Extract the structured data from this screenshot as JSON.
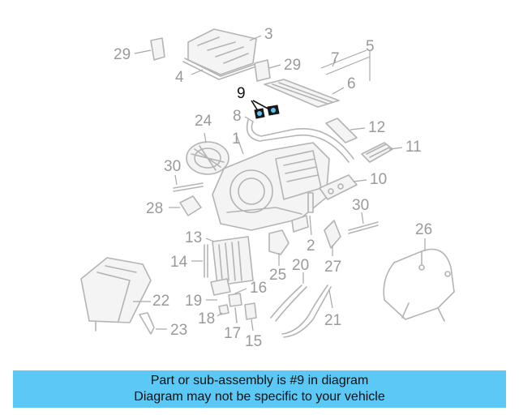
{
  "diagram": {
    "callouts": [
      "29",
      "3",
      "4",
      "29",
      "7",
      "5",
      "6",
      "9",
      "8",
      "24",
      "1",
      "12",
      "11",
      "30",
      "10",
      "28",
      "30",
      "2",
      "13",
      "26",
      "14",
      "25",
      "20",
      "27",
      "22",
      "19",
      "16",
      "18",
      "17",
      "15",
      "23",
      "21"
    ],
    "highlighted_part": "9",
    "accent_color": "#5bc8f5",
    "highlight_color": "#111111",
    "part_color": "#b4b4b4"
  },
  "caption": {
    "line1": "Part or sub-assembly is #9 in diagram",
    "line2": "Diagram may not be specific to your vehicle"
  }
}
